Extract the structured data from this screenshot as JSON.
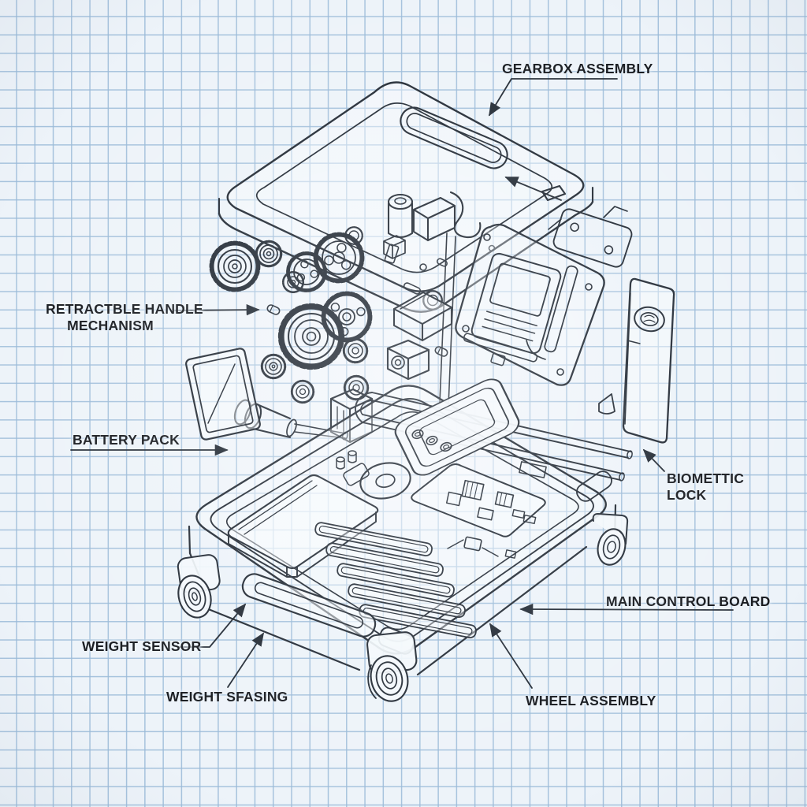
{
  "background": {
    "paper": "#edf3f9",
    "grid_line": "#9abad8",
    "vignette": "#34465f"
  },
  "ink": "#232b35",
  "labels": {
    "gearbox_assembly": {
      "text": "GEARBOX ASSEMBLY"
    },
    "retractable_handle": {
      "line1": "RETRACTBLE HANDLE",
      "line2": "MECHANISM"
    },
    "battery_pack": {
      "text": "BATTERY PACK"
    },
    "biometric_lock": {
      "line1": "BIOMETTIC",
      "line2": "LOCK"
    },
    "main_control_board": {
      "text": "MAIN CONTROL BOARD"
    },
    "weight_sensor": {
      "text": "WEIGHT SENSOR"
    },
    "weight_sensing": {
      "text": "WEIGHT SFASING"
    },
    "wheel_assembly": {
      "text": "WHEEL ASSEMBLY"
    }
  }
}
